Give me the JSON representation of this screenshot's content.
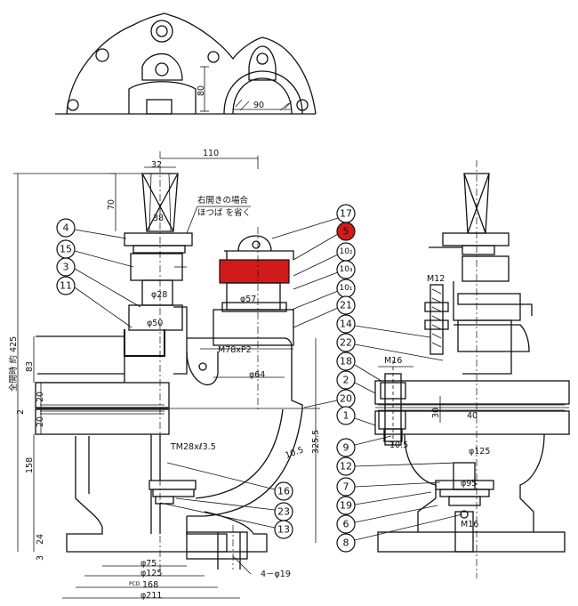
{
  "top_view": {
    "dim_80": "80",
    "dim_90": "90"
  },
  "note": {
    "line1": "右開きの場合",
    "line2": "ほつば を省く"
  },
  "dimensions": {
    "d110": "110",
    "d32": "32",
    "d70": "70",
    "d38": "38",
    "d28": "φ28",
    "d50": "φ50",
    "d57": "φ57",
    "m78": "M78xP2",
    "d64": "φ64",
    "tm28": "TM28xℓ3.5",
    "d105": "10.5",
    "d75": "φ75",
    "d125": "φ125",
    "pcd": "PCD",
    "d168": "168",
    "d211": "φ211",
    "holes": "4－φ19",
    "total": "全開時 約 425",
    "d83": "83",
    "d20a": "20",
    "d2": "2",
    "d20b": "20",
    "d158": "158",
    "d24": "24",
    "d3": "3",
    "d325": "325.5",
    "m12": "M12",
    "m16a": "M16",
    "d30": "30",
    "d40": "40",
    "d105b": "10.5",
    "d125b": "φ125",
    "d95": "φ95",
    "m16b": "M16"
  },
  "part_labels_left": [
    "4",
    "15",
    "3",
    "11"
  ],
  "part_labels_mid": [
    "17",
    "5",
    "10₂",
    "10₃",
    "10₁",
    "21",
    "14",
    "22",
    "18",
    "2",
    "20",
    "1",
    "9",
    "12",
    "7",
    "19",
    "6",
    "8"
  ],
  "part_labels_low": [
    "16",
    "23",
    "13"
  ],
  "colors": {
    "highlight": "#d21a1a",
    "line": "#111111"
  }
}
